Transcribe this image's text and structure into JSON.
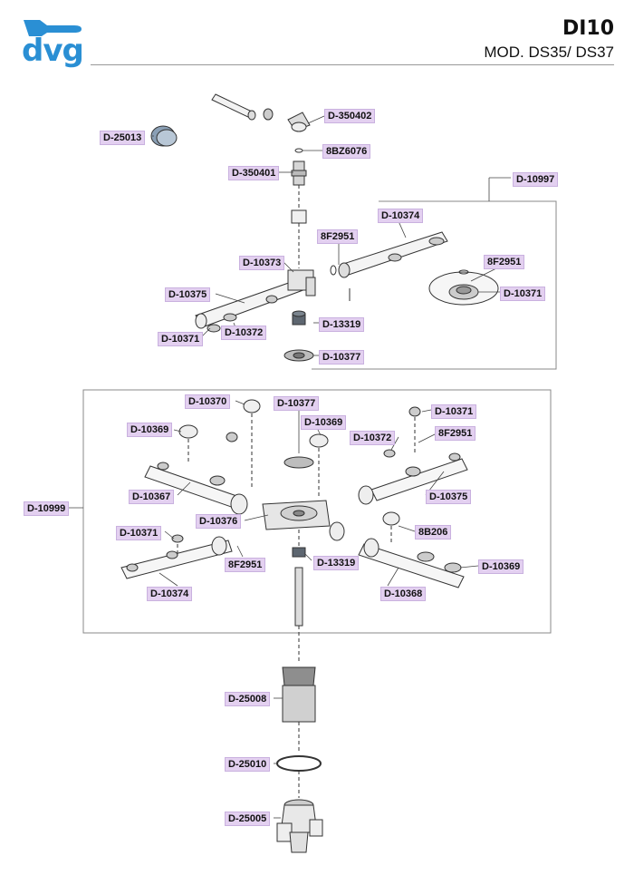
{
  "header": {
    "brand": "dvg",
    "model_code": "DI10",
    "model_subtitle": "MOD. DS35/ DS37"
  },
  "colors": {
    "brand_blue": "#2a8fd4",
    "label_fill": "#e3d0f0",
    "label_border": "#c9b1df"
  },
  "labels": {
    "d350402": "D-350402",
    "d25013": "D-25013",
    "bz6076": "8BZ6076",
    "d350401": "D-350401",
    "d10997": "D-10997",
    "d10374_top": "D-10374",
    "f2951_top_a": "8F2951",
    "d10373": "D-10373",
    "f2951_top_b": "8F2951",
    "d10375_top": "D-10375",
    "d10371_top_r": "D-10371",
    "d13319_top": "D-13319",
    "d10371_top_l": "D-10371",
    "d10372_top": "D-10372",
    "d10377_top": "D-10377",
    "d10370": "D-10370",
    "d10377_mid": "D-10377",
    "d10369_a": "D-10369",
    "d10369_b": "D-10369",
    "d10371_mid_r": "D-10371",
    "d10372_mid": "D-10372",
    "f2951_mid_r": "8F2951",
    "d10367": "D-10367",
    "d10375_mid": "D-10375",
    "d10999": "D-10999",
    "d10376": "D-10376",
    "d10371_mid_l": "D-10371",
    "b206": "8B206",
    "f2951_mid_l": "8F2951",
    "d13319_mid": "D-13319",
    "d10369_c": "D-10369",
    "d10374_mid": "D-10374",
    "d10368": "D-10368",
    "d25008": "D-25008",
    "d25010": "D-25010",
    "d25005": "D-25005"
  }
}
